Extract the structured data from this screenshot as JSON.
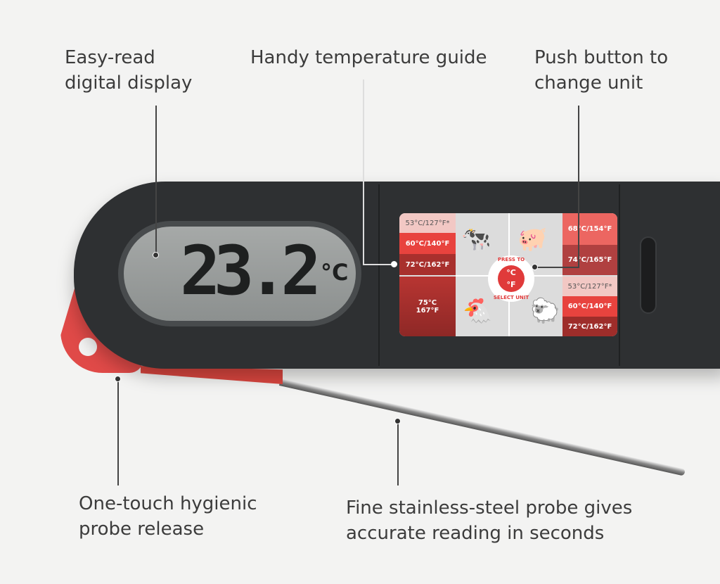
{
  "callouts": {
    "display": [
      "Easy-read",
      "digital display"
    ],
    "guide": "Handy temperature guide",
    "button": [
      "Push button to",
      "change unit"
    ],
    "release": [
      "One-touch hygienic",
      "probe release"
    ],
    "probe": [
      "Fine stainless-steel probe gives",
      "accurate reading in seconds"
    ]
  },
  "display": {
    "reading": "23.2",
    "unit": "°C"
  },
  "guide": {
    "beef": [
      "53°C/127°F*",
      "60°C/140°F",
      "72°C/162°F"
    ],
    "pork": [
      "68°C/154°F",
      "74°C/165°F"
    ],
    "chicken": [
      "75°C",
      "167°F"
    ],
    "lamb": [
      "53°C/127°F*",
      "60°C/140°F",
      "72°C/162°F"
    ],
    "badge": {
      "top": "PRESS TO",
      "c": "°C",
      "f": "°F",
      "bottom": "SELECT UNIT"
    }
  },
  "colors": {
    "light": "#f2c8c4",
    "red": "#e8433e",
    "dark": "#a8302d"
  }
}
